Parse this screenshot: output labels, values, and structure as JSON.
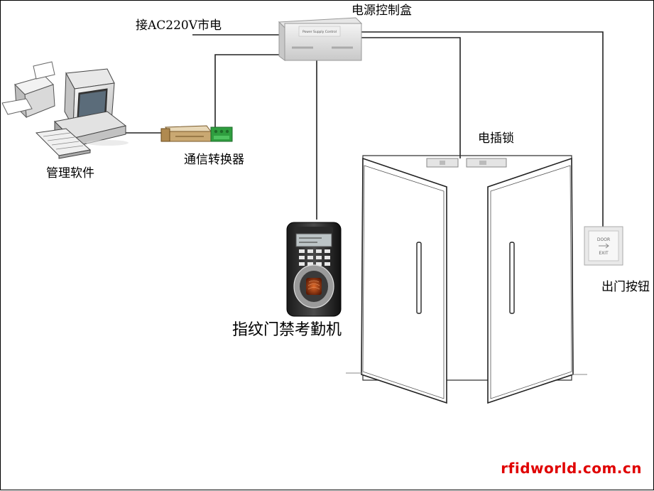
{
  "labels": {
    "power_box": "电源控制盒",
    "mains": "接AC220V市电",
    "converter": "通信转换器",
    "software": "管理软件",
    "electric_lock": "电插锁",
    "fingerprint_terminal": "指纹门禁考勤机",
    "exit_button": "出门按钮"
  },
  "device_text": {
    "power_box_plate": "Power Supply Control",
    "exit_button_top": "DOOR",
    "exit_button_bottom": "EXIT"
  },
  "watermark": "rfidworld.com.cn",
  "colors": {
    "wire": "#222222",
    "watermark": "#e00000"
  }
}
